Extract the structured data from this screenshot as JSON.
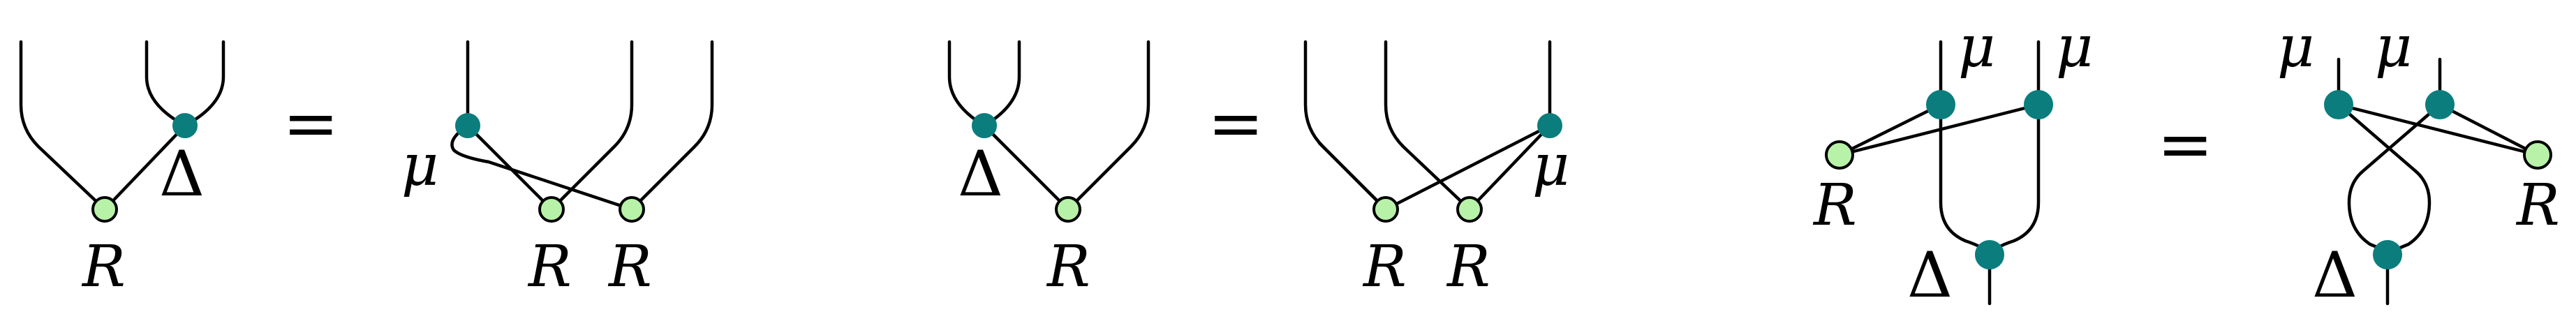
{
  "colors": {
    "teal": "#0b7d7d",
    "green": "#b8f2a8"
  },
  "symbols": {
    "R": "R",
    "mu": "μ",
    "delta": "Δ",
    "equals": "="
  }
}
